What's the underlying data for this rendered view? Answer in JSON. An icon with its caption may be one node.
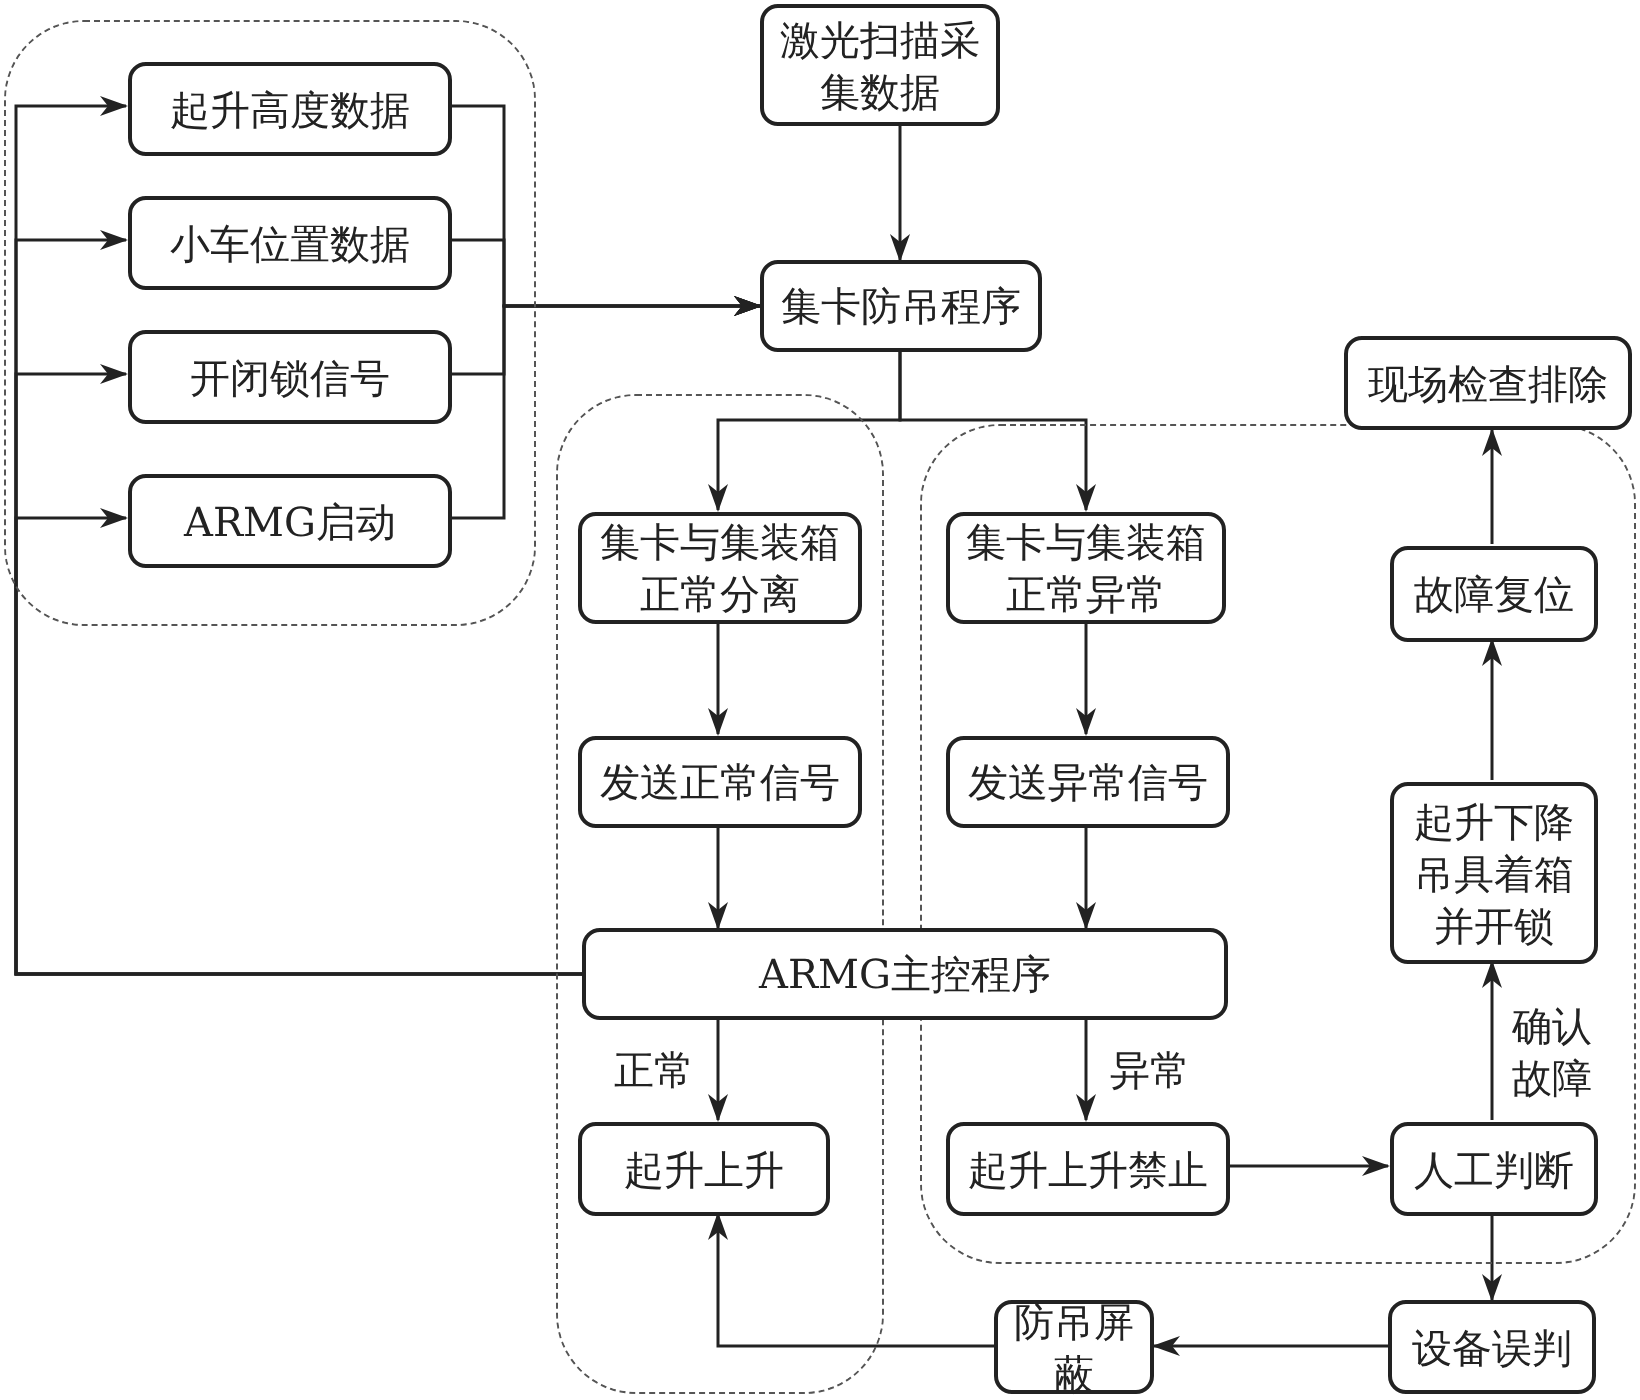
{
  "diagram": {
    "nodes": [
      {
        "text": [],
        "shape": "box"
      },
      {
        "text": [
          "起升高度数据"
        ],
        "in": 0
      },
      {
        "text": [
          "小车位置数据"
        ],
        "in": 0
      },
      {
        "text": [
          "开闭锁信号"
        ],
        "in": 0
      },
      {
        "text": [
          "ARMG启动"
        ],
        "in": 0
      },
      {
        "text": [
          "激光扫描采集数据"
        ]
      },
      {
        "text": [
          "集卡防吊程序"
        ]
      },
      {
        "text": [
          "现场检查排除"
        ]
      },
      {
        "text": [],
        "shape": "box"
      },
      {
        "text": [
          "集卡与集装箱正常分离"
        ],
        "in": 8
      },
      {
        "text": [],
        "shape": "box"
      },
      {
        "text": [
          "集卡与集装箱正常异常"
        ],
        "in": 10
      },
      {
        "text": [
          "故障复位"
        ],
        "in": 10
      },
      {
        "text": [
          "发送正常信号"
        ],
        "in": 8
      },
      {
        "text": [
          "发送异常信号"
        ],
        "in": 10
      },
      {
        "text": [
          "起升下降吊具着箱并开锁"
        ],
        "in": 10
      },
      {
        "text": [
          "ARMG主控程序"
        ]
      },
      {
        "text": [
          "起升上升"
        ],
        "in": 8
      },
      {
        "text": [
          "起升上升禁止"
        ],
        "in": 10
      },
      {
        "text": [
          "人工判断"
        ],
        "in": 10
      },
      {
        "text": [
          "防吊屏蔽"
        ]
      },
      {
        "text": [
          "设备误判"
        ]
      }
    ],
    "edges": [
      {
        "from": 16,
        "to": 1,
        "arrow": "to"
      },
      {
        "from": 16,
        "to": 2,
        "arrow": "to"
      },
      {
        "from": 16,
        "to": 3,
        "arrow": "to"
      },
      {
        "from": 16,
        "to": 4,
        "arrow": "to"
      },
      {
        "from": 1,
        "to": 6,
        "arrow": "to"
      },
      {
        "from": 2,
        "to": 6,
        "arrow": "to"
      },
      {
        "from": 3,
        "to": 6,
        "arrow": "to"
      },
      {
        "from": 4,
        "to": 6,
        "arrow": "to"
      },
      {
        "from": 5,
        "to": 6,
        "arrow": "to"
      },
      {
        "from": 6,
        "to": 9,
        "arrow": "to"
      },
      {
        "from": 6,
        "to": 11,
        "arrow": "to"
      },
      {
        "from": 9,
        "to": 13,
        "arrow": "to"
      },
      {
        "from": 11,
        "to": 14,
        "arrow": "to"
      },
      {
        "from": 13,
        "to": 16,
        "arrow": "to"
      },
      {
        "from": 14,
        "to": 16,
        "arrow": "to"
      },
      {
        "from": 16,
        "to": 17,
        "arrow": "to",
        "label": "正常"
      },
      {
        "from": 16,
        "to": 18,
        "arrow": "to",
        "label": "异常"
      },
      {
        "from": 18,
        "to": 19,
        "arrow": "to"
      },
      {
        "from": 19,
        "to": 15,
        "arrow": "to",
        "label": "确认故障"
      },
      {
        "from": 15,
        "to": 12,
        "arrow": "to"
      },
      {
        "from": 12,
        "to": 7,
        "arrow": "to"
      },
      {
        "from": 19,
        "to": 21,
        "arrow": "to"
      },
      {
        "from": 21,
        "to": 20,
        "arrow": "to"
      },
      {
        "from": 20,
        "to": 17,
        "arrow": "to"
      }
    ]
  }
}
